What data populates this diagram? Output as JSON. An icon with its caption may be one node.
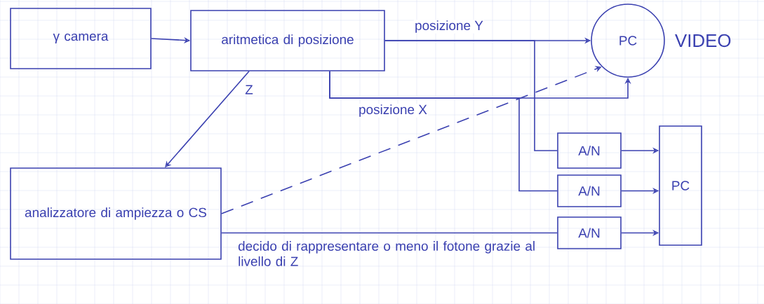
{
  "diagram": {
    "nodes": [
      {
        "text": [
          "γ camera"
        ]
      },
      {
        "text": [
          "aritmetica di posizione"
        ]
      },
      {
        "text": [
          "PC"
        ],
        "beside": [
          "VIDEO"
        ]
      },
      {
        "text": [
          "analizzatore di ampiezza o CS"
        ]
      },
      {
        "text": [
          "A/N"
        ]
      },
      {
        "text": [
          "A/N"
        ]
      },
      {
        "text": [
          "A/N"
        ]
      },
      {
        "text": [
          "PC"
        ]
      }
    ],
    "edges": [
      {
        "from": 0,
        "to": 1,
        "arrow": "to"
      },
      {
        "from": 1,
        "to": 2,
        "arrow": "to",
        "label": "posizione Y"
      },
      {
        "from": 1,
        "to": 2,
        "arrow": "to",
        "label": "posizione X"
      },
      {
        "from": 1,
        "to": 3,
        "arrow": "to",
        "label": "Z"
      },
      {
        "from": 3,
        "to": 2,
        "arrow": "to",
        "style": "dashed"
      },
      {
        "from": 1,
        "to": 4,
        "arrow": "none"
      },
      {
        "from": 1,
        "to": 5,
        "arrow": "none"
      },
      {
        "from": 3,
        "to": 6,
        "arrow": "none"
      },
      {
        "from": 4,
        "to": 7,
        "arrow": "to"
      },
      {
        "from": 5,
        "to": 7,
        "arrow": "to"
      },
      {
        "from": 6,
        "to": 7,
        "arrow": "to"
      }
    ],
    "labels": [
      "decido di rappresentare o meno il fotone grazie al livello di Z"
    ]
  }
}
